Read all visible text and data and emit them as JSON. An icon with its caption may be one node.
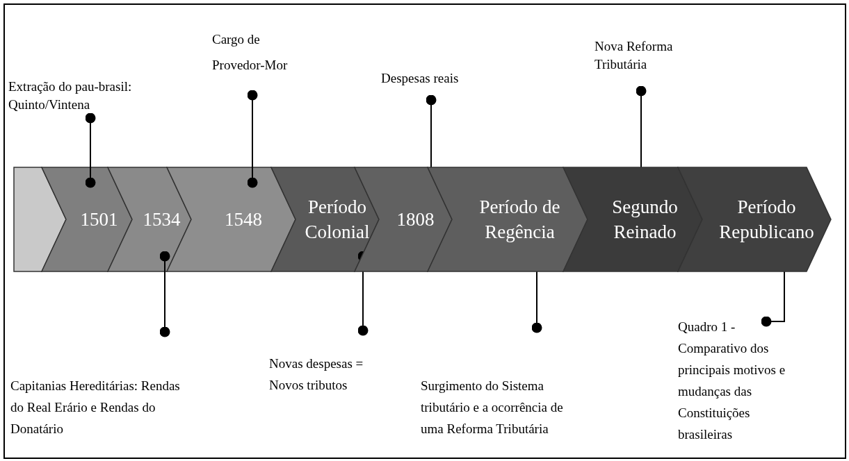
{
  "diagram": {
    "nodes": [
      {
        "text": [],
        "shape": "chevron"
      },
      {
        "text": [
          "1501"
        ]
      },
      {
        "text": [
          "1534"
        ]
      },
      {
        "text": [
          "1548"
        ]
      },
      {
        "text": [
          "Período Colonial"
        ]
      },
      {
        "text": [
          "1808"
        ]
      },
      {
        "text": [
          "Período de Regência"
        ]
      },
      {
        "text": [
          "Segundo Reinado"
        ]
      },
      {
        "text": [
          "Período Republicano"
        ]
      },
      {
        "text": [
          "Extração do pau-brasil: Quinto/Vintena"
        ]
      },
      {
        "text": [
          "Cargo de Provedor-Mor"
        ]
      },
      {
        "text": [
          "Despesas reais"
        ]
      },
      {
        "text": [
          "Nova Reforma Tributária"
        ]
      },
      {
        "text": [
          "Capitanias Hereditárias: Rendas do Real Erário e Rendas do Donatário"
        ]
      },
      {
        "text": [
          "Novas despesas = Novos tributos"
        ]
      },
      {
        "text": [
          "Surgimento do Sistema tributário e a ocorrência de uma Reforma Tributária"
        ]
      },
      {
        "text": [
          "Quadro 1 - Comparativo dos principais motivos e mudanças das Constituições brasileiras"
        ]
      }
    ],
    "edges": [
      {
        "from": 9,
        "to": 1,
        "arrow": "other"
      },
      {
        "from": 10,
        "to": 3,
        "arrow": "other"
      },
      {
        "from": 11,
        "to": 5,
        "arrow": "other"
      },
      {
        "from": 12,
        "to": 7,
        "arrow": "other"
      },
      {
        "from": 13,
        "to": 2,
        "arrow": "other"
      },
      {
        "from": 14,
        "to": 4,
        "arrow": "other"
      },
      {
        "from": 15,
        "to": 6,
        "arrow": "other"
      },
      {
        "from": 16,
        "to": 8,
        "arrow": "other"
      }
    ]
  }
}
